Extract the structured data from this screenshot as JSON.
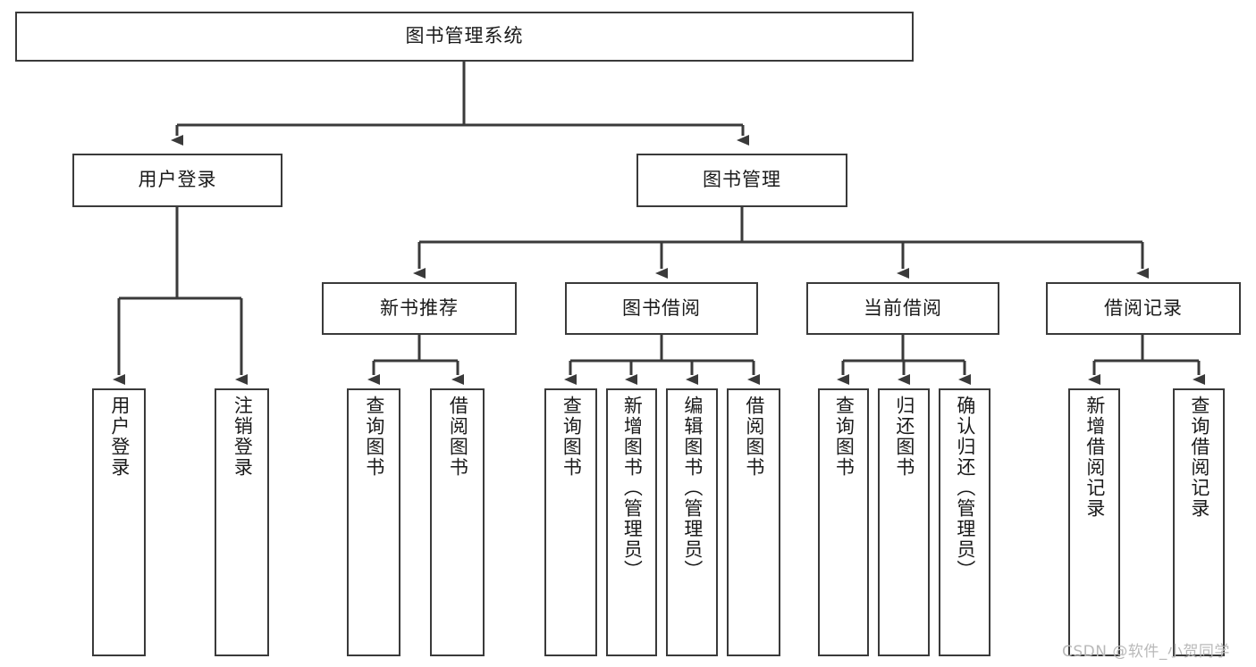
{
  "diagram": {
    "title": "图书管理系统",
    "type": "hierarchy-tree",
    "levels": 4,
    "nodes": {
      "root": {
        "label": "图书管理系统",
        "level": 1
      },
      "l2": [
        {
          "id": "user-login",
          "label": "用户登录",
          "level": 2
        },
        {
          "id": "book-manage",
          "label": "图书管理",
          "level": 2
        }
      ],
      "l3": [
        {
          "id": "new-book-recommend",
          "label": "新书推荐",
          "level": 3,
          "parent": "book-manage"
        },
        {
          "id": "book-borrow",
          "label": "图书借阅",
          "level": 3,
          "parent": "book-manage"
        },
        {
          "id": "current-borrow",
          "label": "当前借阅",
          "level": 3,
          "parent": "book-manage"
        },
        {
          "id": "borrow-record",
          "label": "借阅记录",
          "level": 3,
          "parent": "book-manage"
        }
      ],
      "leaves": [
        {
          "id": "leaf-user-login",
          "label": "用户登录",
          "parent": "user-login"
        },
        {
          "id": "leaf-user-logout",
          "label": "注销登录",
          "parent": "user-login"
        },
        {
          "id": "leaf-query-book-1",
          "label": "查询图书",
          "parent": "new-book-recommend"
        },
        {
          "id": "leaf-borrow-book-1",
          "label": "借阅图书",
          "parent": "new-book-recommend"
        },
        {
          "id": "leaf-query-book-2",
          "label": "查询图书",
          "parent": "book-borrow"
        },
        {
          "id": "leaf-add-book",
          "label": "新增图书（管理员）",
          "parent": "book-borrow"
        },
        {
          "id": "leaf-edit-book",
          "label": "编辑图书（管理员）",
          "parent": "book-borrow"
        },
        {
          "id": "leaf-borrow-book-2",
          "label": "借阅图书",
          "parent": "book-borrow"
        },
        {
          "id": "leaf-query-book-3",
          "label": "查询图书",
          "parent": "current-borrow"
        },
        {
          "id": "leaf-return-book",
          "label": "归还图书",
          "parent": "current-borrow"
        },
        {
          "id": "leaf-confirm-return",
          "label": "确认归还（管理员）",
          "parent": "current-borrow"
        },
        {
          "id": "leaf-add-record",
          "label": "新增借阅记录",
          "parent": "borrow-record"
        },
        {
          "id": "leaf-query-record",
          "label": "查询借阅记录",
          "parent": "borrow-record"
        }
      ]
    },
    "colors": {
      "stroke": "#3a3a3a",
      "fill": "#ffffff",
      "text": "#1a1a1a",
      "watermark": "#b9b9b9"
    }
  },
  "watermark": {
    "text": "CSDN @软件_小贺同学"
  }
}
